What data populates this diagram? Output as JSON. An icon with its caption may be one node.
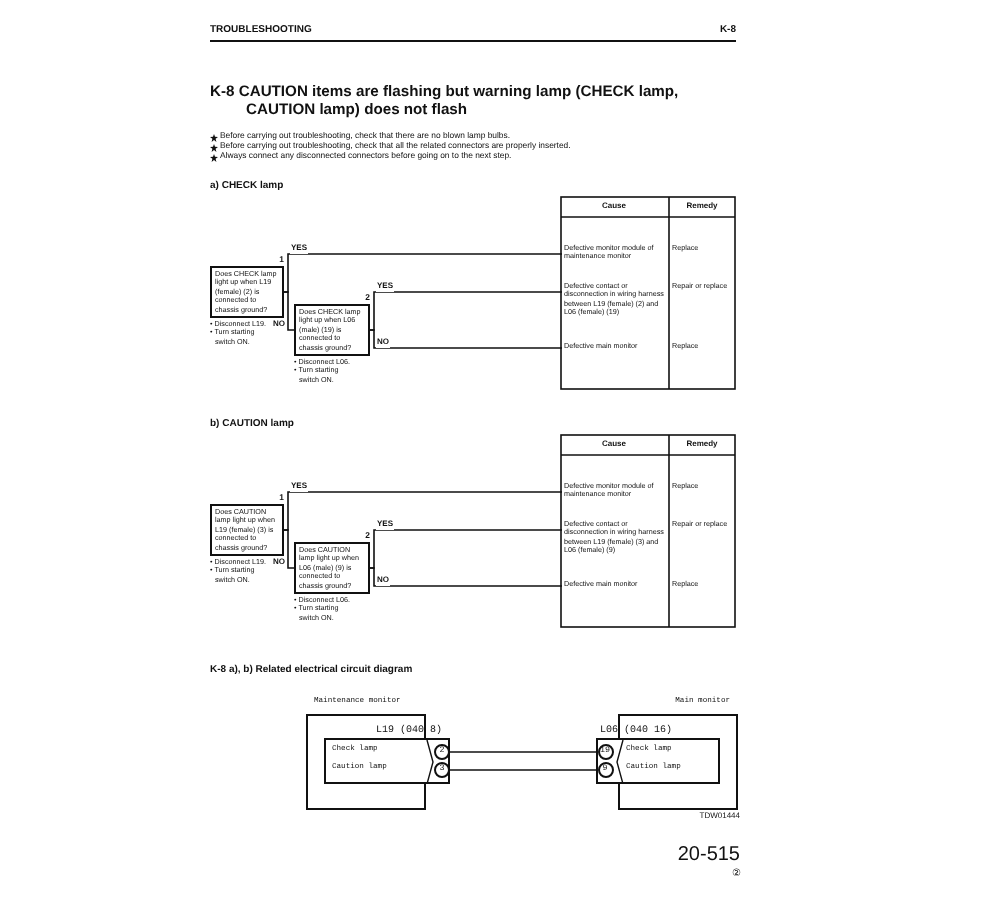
{
  "diagram": {
    "title": "K-8 CAUTION items are flashing but warning lamp (CHECK lamp, CAUTION lamp) does not flash",
    "nodes": [
      {
        "text": [
          "Does CHECK lamp light up when L19 (female) (2) is connected to chassis ground?"
        ],
        "beside": [
          "1",
          "• Disconnect L19.",
          "• Turn starting switch ON."
        ]
      },
      {
        "text": [
          "Does CHECK lamp light up when L06 (male) (19) is connected to chassis ground?"
        ],
        "beside": [
          "2",
          "• Disconnect L06.",
          "• Turn starting switch ON."
        ]
      },
      {
        "text": [
          "Defective monitor module of maintenance monitor",
          "Replace"
        ]
      },
      {
        "text": [
          "Defective contact or disconnection in wiring harness between L19 (female) (2) and L06 (female) (19)",
          "Repair or replace"
        ]
      },
      {
        "text": [
          "Defective main monitor",
          "Replace"
        ]
      },
      {
        "text": [
          "Does CAUTION lamp light up when L19 (female) (3) is connected to chassis ground?"
        ],
        "beside": [
          "1",
          "• Disconnect L19.",
          "• Turn starting switch ON."
        ]
      },
      {
        "text": [
          "Does CAUTION lamp light up when L06 (male) (9) is connected to chassis ground?"
        ],
        "beside": [
          "2",
          "• Disconnect L06.",
          "• Turn starting switch ON."
        ]
      },
      {
        "text": [
          "Defective monitor module of maintenance monitor",
          "Replace"
        ]
      },
      {
        "text": [
          "Defective contact or disconnection in wiring harness between L19 (female) (3) and L06 (female) (9)",
          "Repair or replace"
        ]
      },
      {
        "text": [
          "Defective main monitor",
          "Replace"
        ]
      },
      {
        "text": [
          "Maintenance monitor"
        ]
      },
      {
        "text": [
          "L19 (040 8)",
          "Check lamp",
          "Caution lamp"
        ],
        "in": 10
      },
      {
        "text": [
          "2"
        ],
        "in": 11
      },
      {
        "text": [
          "3"
        ],
        "in": 11
      },
      {
        "text": [
          "Main monitor"
        ]
      },
      {
        "text": [
          "L06 (040 16)",
          "Check lamp",
          "Caution lamp"
        ],
        "in": 14
      },
      {
        "text": [
          "19"
        ],
        "in": 15
      },
      {
        "text": [
          "9"
        ],
        "in": 15
      }
    ],
    "edges": [
      {
        "from": 0,
        "to": 2,
        "arrow": "none",
        "label": "YES"
      },
      {
        "from": 0,
        "to": 1,
        "arrow": "none",
        "label": "NO"
      },
      {
        "from": 1,
        "to": 3,
        "arrow": "none",
        "label": "YES"
      },
      {
        "from": 1,
        "to": 4,
        "arrow": "none",
        "label": "NO"
      },
      {
        "from": 5,
        "to": 7,
        "arrow": "none",
        "label": "YES"
      },
      {
        "from": 5,
        "to": 6,
        "arrow": "none",
        "label": "NO"
      },
      {
        "from": 6,
        "to": 8,
        "arrow": "none",
        "label": "YES"
      },
      {
        "from": 6,
        "to": 9,
        "arrow": "none",
        "label": "NO"
      },
      {
        "from": 12,
        "to": 16,
        "arrow": "none"
      },
      {
        "from": 13,
        "to": 17,
        "arrow": "none"
      }
    ],
    "labels": [
      "TROUBLESHOOTING",
      "K-8",
      "Before carrying out troubleshooting, check that there are no blown lamp bulbs.",
      "Before carrying out troubleshooting, check that all the related connectors are properly inserted.",
      "Always connect any disconnected connectors before going on to the next step.",
      "a) CHECK lamp",
      "Cause",
      "Remedy",
      "b) CAUTION lamp",
      "Cause",
      "Remedy",
      "K-8 a), b) Related electrical circuit diagram",
      "TDW01444",
      "20-515",
      "②"
    ]
  }
}
